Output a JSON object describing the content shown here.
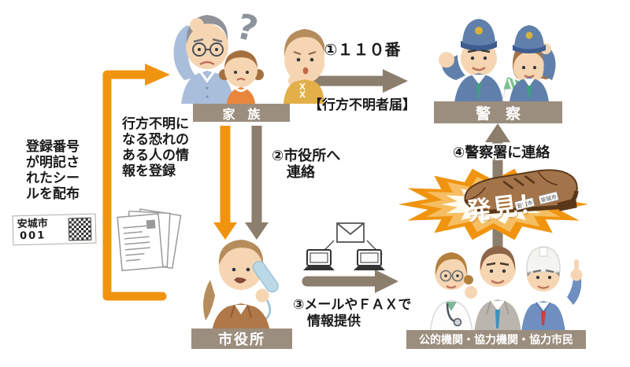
{
  "diagram": {
    "left": {
      "distribute_note": "登録番号\nが明記さ\nれたシー\nルを配布",
      "sticker_city": "安城市",
      "sticker_number": "001"
    },
    "register_note": "行方不明に\nなる恐れの\nある人の情\n報を登録",
    "family": {
      "label": "家　族",
      "question_mark": "?"
    },
    "police": {
      "label": "警　察"
    },
    "city_hall": {
      "label": "市役所"
    },
    "partners": {
      "label": "公的機関・協力機関・協力市民"
    },
    "steps": {
      "s1": "①１１０番",
      "s1_sub": "【行方不明者届】",
      "s2_line1": "②市役所へ",
      "s2_line2": "連絡",
      "s3_line1": "③メールやＦＡＸで",
      "s3_line2": "情報提供",
      "s4": "④警察署に連絡"
    },
    "found": {
      "label": "発見！",
      "shoe_tag": "安城市"
    }
  },
  "colors": {
    "flow_orange": "#F0940F",
    "flow_taupe": "#8C7E6C",
    "banner_taupe": "#9C8E7E",
    "burst_inner": "#F6BE62",
    "shoe_brown": "#A3734A"
  }
}
